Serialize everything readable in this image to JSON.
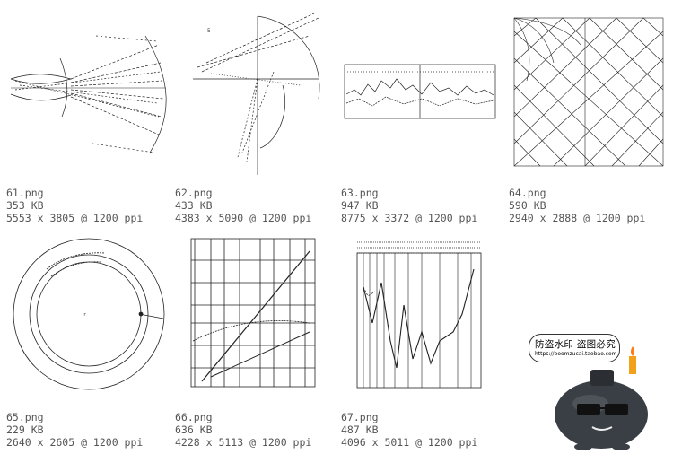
{
  "files": [
    {
      "name": "61.png",
      "size": "353 KB",
      "dims": "5553 x 3805 @ 1200 ppi"
    },
    {
      "name": "62.png",
      "size": "433 KB",
      "dims": "4383 x 5090 @ 1200 ppi"
    },
    {
      "name": "63.png",
      "size": "947 KB",
      "dims": "8775 x 3372 @ 1200 ppi"
    },
    {
      "name": "64.png",
      "size": "590 KB",
      "dims": "2940 x 2888 @ 1200 ppi"
    },
    {
      "name": "65.png",
      "size": "229 KB",
      "dims": "2640 x 2605 @ 1200 ppi"
    },
    {
      "name": "66.png",
      "size": "636 KB",
      "dims": "4228 x 5113 @ 1200 ppi"
    },
    {
      "name": "67.png",
      "size": "487 KB",
      "dims": "4096 x 5011 @ 1200 ppi"
    }
  ],
  "watermark": {
    "line1": "防盗水印 盗图必究",
    "line2": "https://boomzucai.taobao.com"
  }
}
